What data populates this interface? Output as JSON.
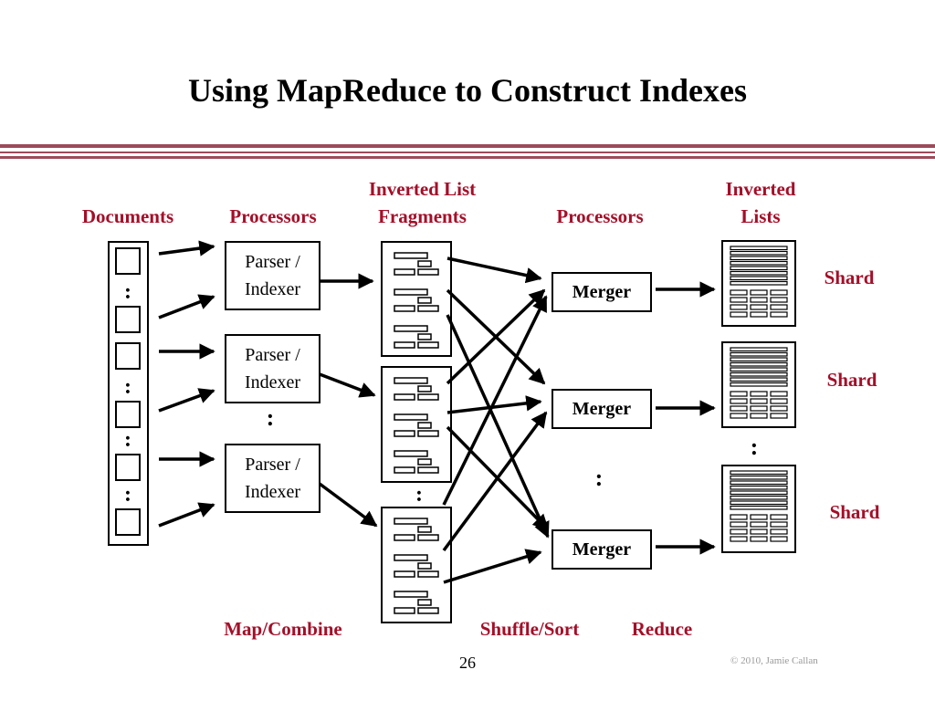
{
  "slide": {
    "title": "Using MapReduce to Construct Indexes",
    "page_number": "26",
    "copyright": "© 2010, Jamie Callan"
  },
  "columns": {
    "documents": "Documents",
    "processors_map": "Processors",
    "fragments_line1": "Inverted List",
    "fragments_line2": "Fragments",
    "processors_reduce": "Processors",
    "lists_line1": "Inverted",
    "lists_line2": "Lists"
  },
  "parsers": [
    {
      "line1": "Parser /",
      "line2": "Indexer"
    },
    {
      "line1": "Parser /",
      "line2": "Indexer"
    },
    {
      "line1": "Parser /",
      "line2": "Indexer"
    }
  ],
  "mergers": [
    "Merger",
    "Merger",
    "Merger"
  ],
  "shards": [
    "Shard",
    "Shard",
    "Shard"
  ],
  "phases": {
    "map": "Map/Combine",
    "shuffle": "Shuffle/Sort",
    "reduce": "Reduce"
  },
  "colors": {
    "label_red": "#a50e28",
    "rule_color": "#9c4a5a"
  },
  "ellipsis": ":"
}
